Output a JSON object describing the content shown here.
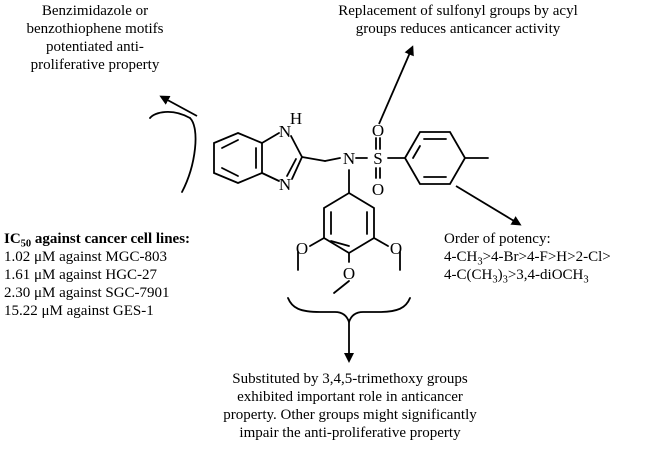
{
  "notes": {
    "benzimidazole": {
      "lines": [
        "Benzimidazole or",
        "benzothiophene motifs",
        "potentiated anti-",
        "proliferative property"
      ]
    },
    "sulfonyl": {
      "lines": [
        "Replacement of sulfonyl groups by acyl",
        "groups reduces anticancer activity"
      ]
    },
    "ic50": {
      "heading_main": "IC",
      "heading_sub": "50",
      "heading_rest": " against cancer cell lines:",
      "lines": [
        "1.02 μM against MGC-803",
        "1.61 μM against HGC-27",
        "2.30 μM against SGC-7901",
        "15.22 μM against GES-1"
      ]
    },
    "potency": {
      "title": "Order of potency:",
      "line2_parts": [
        "4-CH",
        "3",
        ">4-Br>4-F>H>2-Cl>"
      ],
      "line3_parts": [
        "4-C(CH",
        "3",
        ")",
        "3",
        ">3,4-diOCH",
        "3"
      ]
    },
    "trimethoxy": {
      "lines": [
        "Substituted by 3,4,5-trimethoxy groups",
        "exhibited important role in anticancer",
        "property. Other groups might significantly",
        "impair the anti-proliferative property"
      ]
    }
  },
  "atoms": {
    "nh_n": "N",
    "nh_h": "H",
    "n_ring": "N",
    "n_amine": "N",
    "s": "S",
    "o_top": "O",
    "o_bottom": "O",
    "o_left": "O",
    "o_mid": "O",
    "o_right": "O"
  }
}
